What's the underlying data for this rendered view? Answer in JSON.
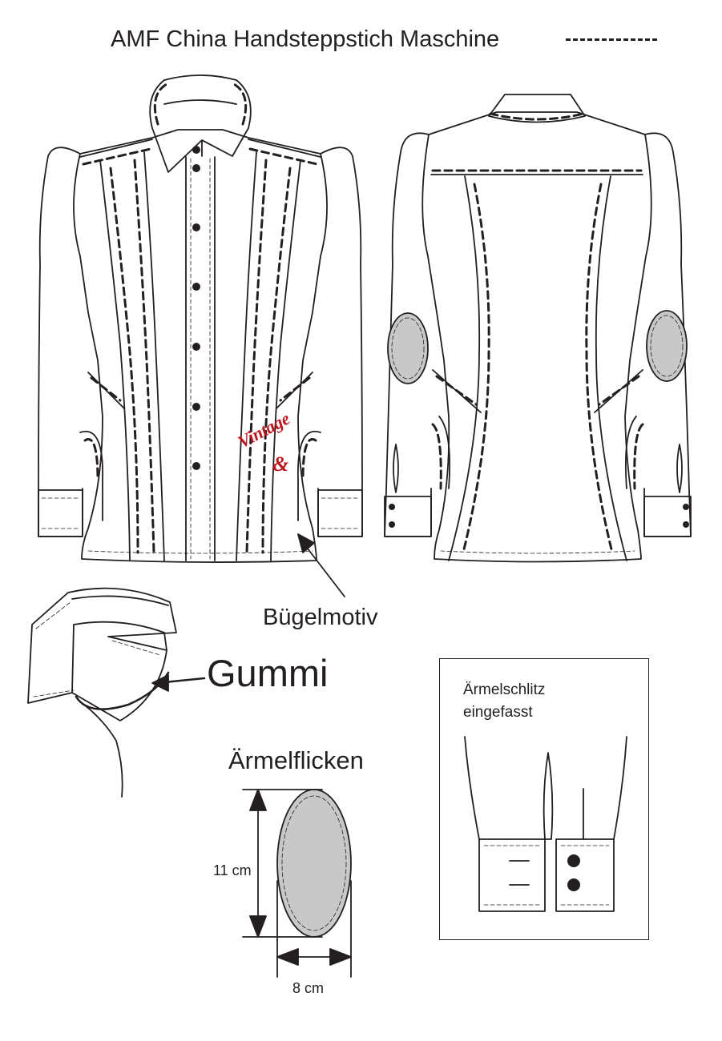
{
  "title": {
    "text": "AMF China Handsteppstich Maschine",
    "legend_symbol": "dashed-line"
  },
  "labels": {
    "iron_on_motif": "Bügelmotiv",
    "elastic": "Gummi",
    "elbow_patch": "Ärmelflicken",
    "patch_height": "11 cm",
    "patch_width": "8 cm",
    "sleeve_slit_line1": "Ärmelschlitz",
    "sleeve_slit_line2": "eingefasst",
    "motif_word1": "Vintage",
    "motif_word2": "&"
  },
  "colors": {
    "line": "#231f20",
    "patch_fill": "#c8c8c8",
    "motif_red": "#c0141c"
  },
  "front_buttons": 6,
  "cuff_buttons": 2
}
